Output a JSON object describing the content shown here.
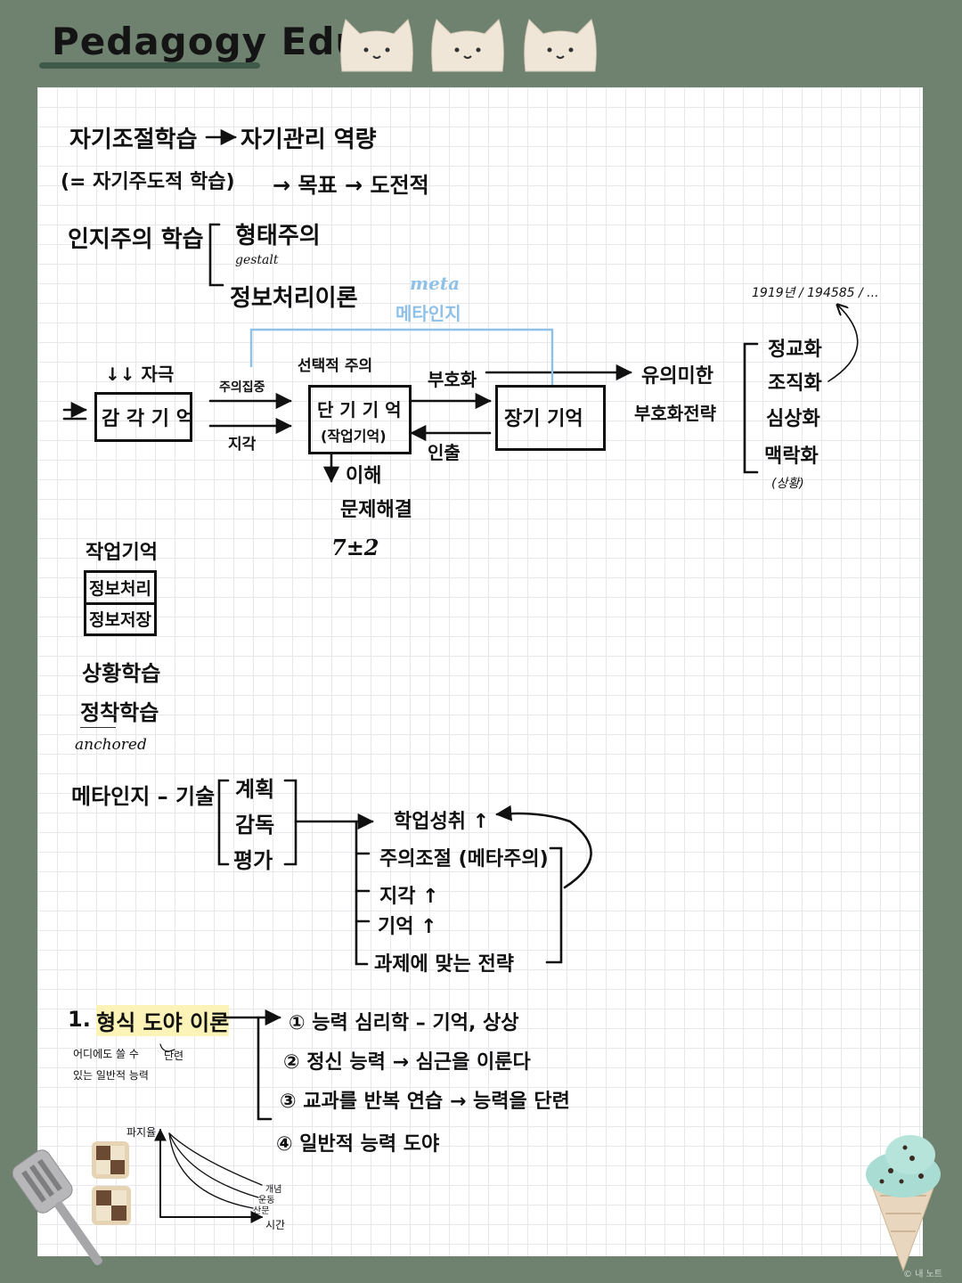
{
  "header": {
    "title": "Pedagogy Edu"
  },
  "notes": {
    "self_reg": "자기조절학습",
    "self_reg_arrow": "자기관리 역량",
    "self_directed": "(= 자기주도적 학습)",
    "goal": "→ 목표 → 도전적",
    "cognitive": "인지주의 학습",
    "gestalt_ko": "형태주의",
    "gestalt_en": "gestalt",
    "info_proc": "정보처리이론",
    "meta_en": "meta",
    "meta_ko": "메타인지",
    "stimulus": "↓↓ 자극",
    "sensory": "감 각 기 억",
    "attention": "주의집중",
    "selective": "선택적 주의",
    "perception": "지각",
    "short_term_1": "단 기 기 억",
    "short_term_2": "(작업기억)",
    "encoding": "부호화",
    "retrieval": "인출",
    "long_term": "장기 기억",
    "meaningful_1": "유의미한",
    "meaningful_2": "부호화전략",
    "understand": "이해",
    "problem": "문제해결",
    "seven": "7±2",
    "numbers": "1919년 / 194585 / ...",
    "strat_1": "정교화",
    "strat_2": "조직화",
    "strat_3": "심상화",
    "strat_4": "맥락화",
    "strat_4_sub": "(상황)",
    "working_mem": "작업기억",
    "wm_1": "정보처리",
    "wm_2": "정보저장",
    "situated": "상황학습",
    "anchored_ko": "정착학습",
    "anchored_en": "anchored",
    "meta_skill": "메타인지 – 기술",
    "plan": "계획",
    "monitor": "감독",
    "evaluate": "평가",
    "achieve": "학업성취 ↑",
    "attn_ctrl": "주의조절 (메타주의)",
    "percept_up": "지각 ↑",
    "memory_up": "기억 ↑",
    "task_strat": "과제에 맞는 전략",
    "formal_num": "1.",
    "formal": "형식 도야 이론",
    "formal_note_1": "어디에도 쓸 수",
    "formal_note_2": "있는 일반적 능력",
    "formal_note_3": "단련",
    "f1": "① 능력 심리학 – 기억, 상상",
    "f2": "② 정신 능력 → 심근을 이룬다",
    "f3": "③ 교과를 반복 연습 → 능력을 단련",
    "f4": "④ 일반적 능력 도야",
    "graph_y": "파지율",
    "graph_x": "시간",
    "graph_l1": "개념",
    "graph_l2": "운동",
    "graph_l3": "산문"
  },
  "footer": {
    "copyright": "© 내 노트"
  },
  "colors": {
    "background": "#6f8270",
    "paper": "#ffffff",
    "grid": "#e6e8ec",
    "meta_blue": "#8fc1e8",
    "highlight": "#fbf3b7",
    "ink": "#111111"
  }
}
